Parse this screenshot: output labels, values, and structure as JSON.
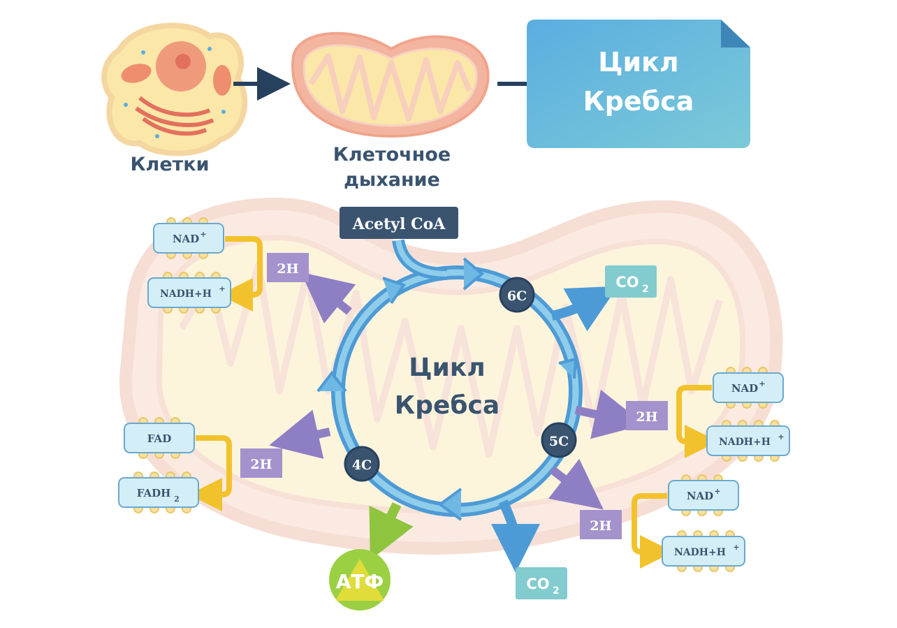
{
  "top": {
    "cells_label": "Клетки",
    "respiration_label_1": "Клеточное",
    "respiration_label_2": "дыхание",
    "doc_title_1": "Цикл",
    "doc_title_2": "Кребса"
  },
  "cycle": {
    "center_1": "Цикл",
    "center_2": "Кребса",
    "acetyl": "Acetyl CoA",
    "c6": "6C",
    "c5": "5C",
    "c4": "4C",
    "co2_main": "CO",
    "co2_sub": "2",
    "atp": "АТФ",
    "h2": "2H"
  },
  "carriers": {
    "nad": "NAD",
    "nad_sup": "+",
    "nadh": "NADH+H",
    "nadh_sup": "+",
    "fad": "FAD",
    "fadh": "FADH",
    "fadh_sub": "2"
  },
  "colors": {
    "ring": "#4d9bd6",
    "ring_light": "#9fd6ee",
    "navy": "#3a5470",
    "purple": "#8e7fc4",
    "purple_box": "#a392cc",
    "yellow": "#f2c22d",
    "teal_box": "#7fc8cc",
    "pale_blue": "#d4eef7",
    "mito_outer": "#f4cdbd",
    "mito_inner": "#fbe7a8",
    "green": "#8fc43f"
  }
}
